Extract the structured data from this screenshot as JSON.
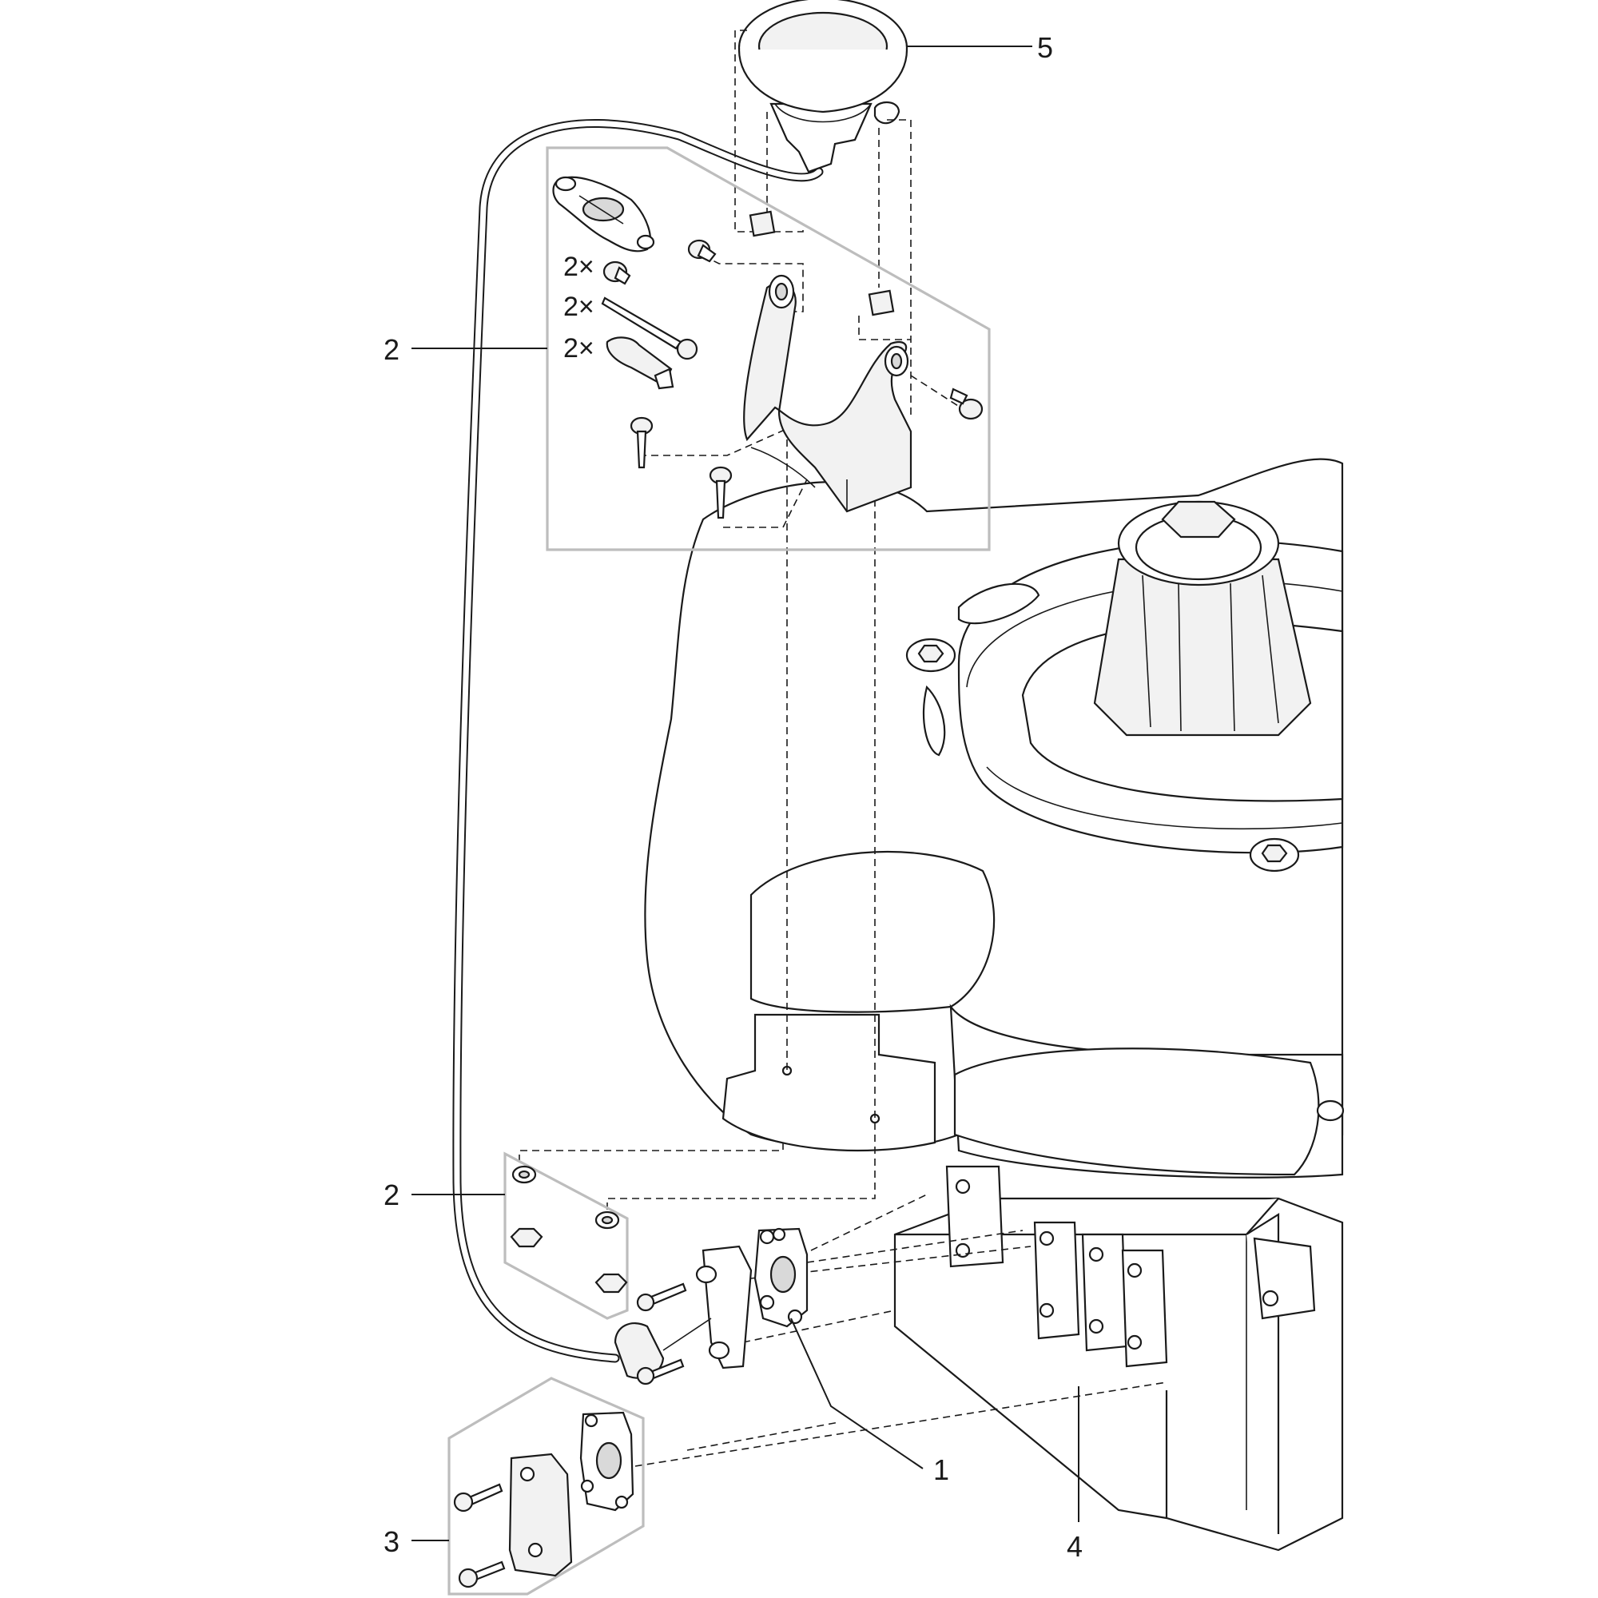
{
  "callouts": {
    "c5": "5",
    "c2_top": "2",
    "c2_bottom": "2",
    "c1": "1",
    "c3": "3",
    "c4": "4"
  },
  "quantities": {
    "q_screw_small": "2×",
    "q_long_screw": "2×",
    "q_wall_plug": "2×"
  },
  "colors": {
    "line": "#1a1a1a",
    "group_box": "#bdbdbd",
    "background": "#ffffff"
  }
}
